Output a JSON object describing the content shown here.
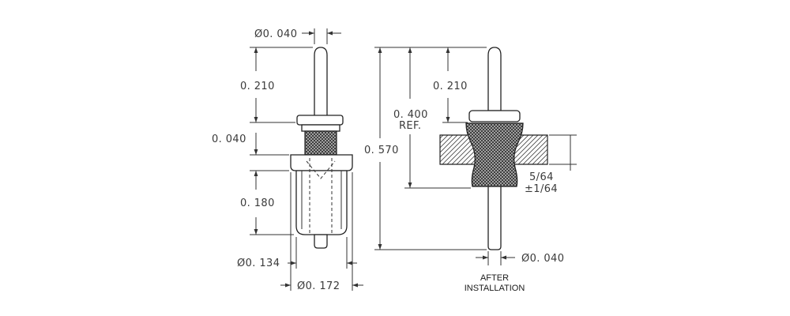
{
  "left_view": {
    "dims": {
      "pin_diameter": "Ø0. 040",
      "pin_length": "0. 210",
      "collar_thickness": "0. 040",
      "body_length": "0. 180",
      "body_diameter": "Ø0. 134",
      "flange_diameter": "Ø0. 172"
    }
  },
  "right_view": {
    "dims": {
      "pin_length": "0. 210",
      "ref_length": "0. 400",
      "ref_label": "REF.",
      "overall_length": "0. 570",
      "panel_thickness": "5/64",
      "panel_tolerance": "±1/64",
      "pin_diameter": "Ø0. 040"
    },
    "caption_line1": "AFTER",
    "caption_line2": "INSTALLATION"
  }
}
